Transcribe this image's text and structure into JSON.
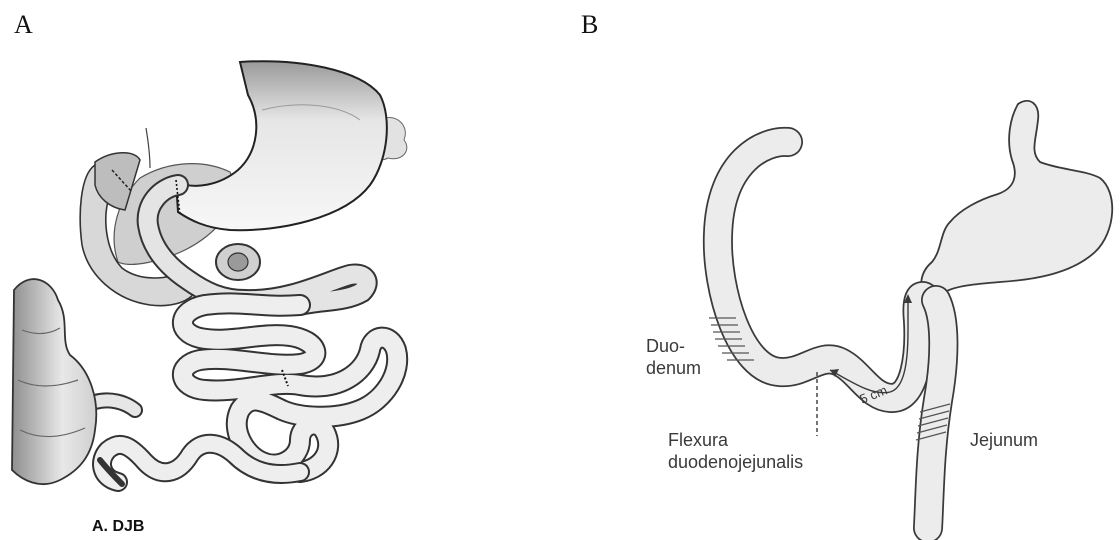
{
  "panels": {
    "a": {
      "letter": "A",
      "caption": "A. DJB"
    },
    "b": {
      "letter": "B"
    }
  },
  "labels": {
    "duodenum_1": "Duo-",
    "duodenum_2": "denum",
    "flexura_1": "Flexura",
    "flexura_2": "duodenojejunalis",
    "jejunum": "Jejunum",
    "distance": "5 cm"
  },
  "colors": {
    "organ_fill_b": "#ececec",
    "organ_stroke": "#3a3a3a",
    "illustration_shade": "#bdbdbd"
  }
}
